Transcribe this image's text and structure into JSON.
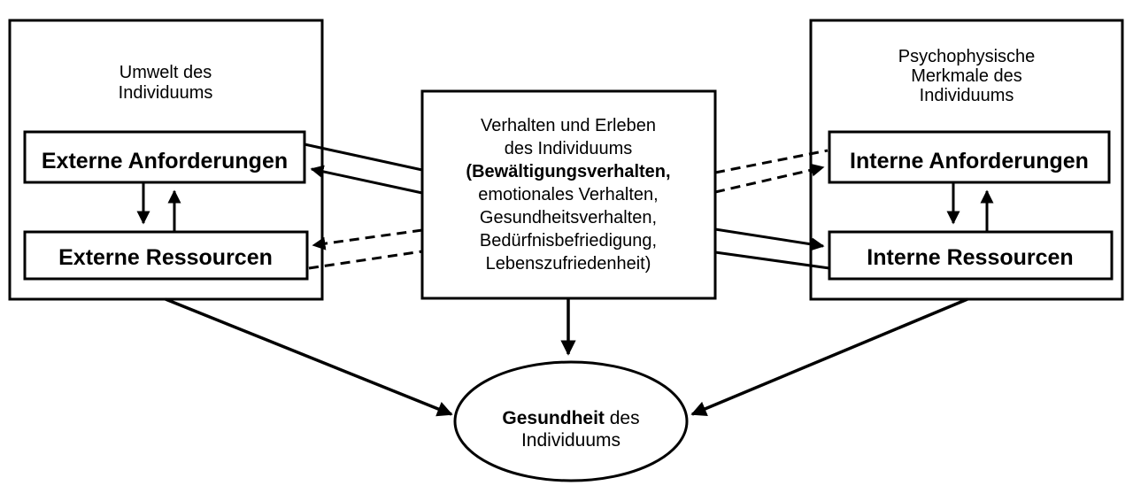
{
  "left_box": {
    "title_line1": "Umwelt des",
    "title_line2": "Individuums",
    "demands": "Externe Anforderungen",
    "resources": "Externe Ressourcen"
  },
  "center_box": {
    "line1": "Verhalten und Erleben",
    "line2": "des Individuums",
    "line3": "(Bewältigungsverhalten,",
    "line4": "emotionales Verhalten,",
    "line5": "Gesundheitsverhalten,",
    "line6": "Bedürfnisbefriedigung,",
    "line7": "Lebenszufriedenheit)"
  },
  "right_box": {
    "title_line1": "Psychophysische",
    "title_line2": "Merkmale des",
    "title_line3": "Individuums",
    "demands": "Interne Anforderungen",
    "resources": "Interne Ressourcen"
  },
  "health_ellipse": {
    "bold": "Gesundheit",
    "rest": " des",
    "line2": "Individuums"
  },
  "colors": {
    "ink": "#000000",
    "background": "#ffffff"
  }
}
